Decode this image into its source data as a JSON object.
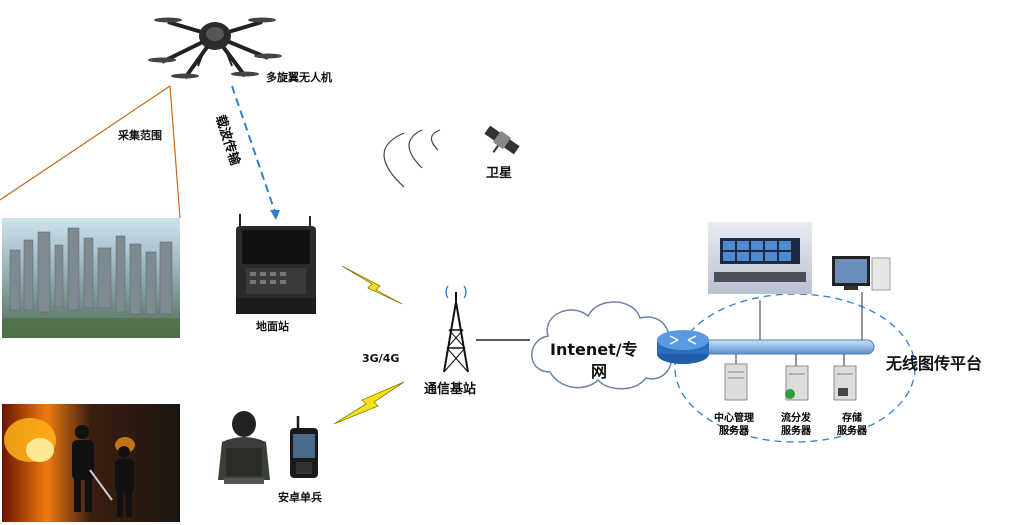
{
  "labels": {
    "drone": "多旋翼无人机",
    "capture_range": "采集范围",
    "carrier_transmission": "载波传输",
    "satellite": "卫星",
    "ground_station": "地面站",
    "network_3g4g": "3G/4G",
    "base_station": "通信基站",
    "android_soldier": "安卓单兵",
    "cloud_line1": "Intenet/专",
    "cloud_line2": "网",
    "platform": "无线图传平台",
    "server_mgmt_line1": "中心管理",
    "server_mgmt_line2": "服务器",
    "server_stream_line1": "流分发",
    "server_stream_line2": "服务器",
    "server_storage_line1": "存储",
    "server_storage_line2": "服务器"
  },
  "colors": {
    "dashed_link": "#2e7fd0",
    "bus": "#8fb9e6",
    "lightning": "#f5e21a",
    "range_line": "#c8691c",
    "router": "#2a6fbf"
  },
  "icons": [
    "drone-icon",
    "satellite-icon",
    "ground-station-icon",
    "tower-icon",
    "cloud-icon",
    "router-icon",
    "server-icon",
    "desktop-icon",
    "phone-icon"
  ]
}
